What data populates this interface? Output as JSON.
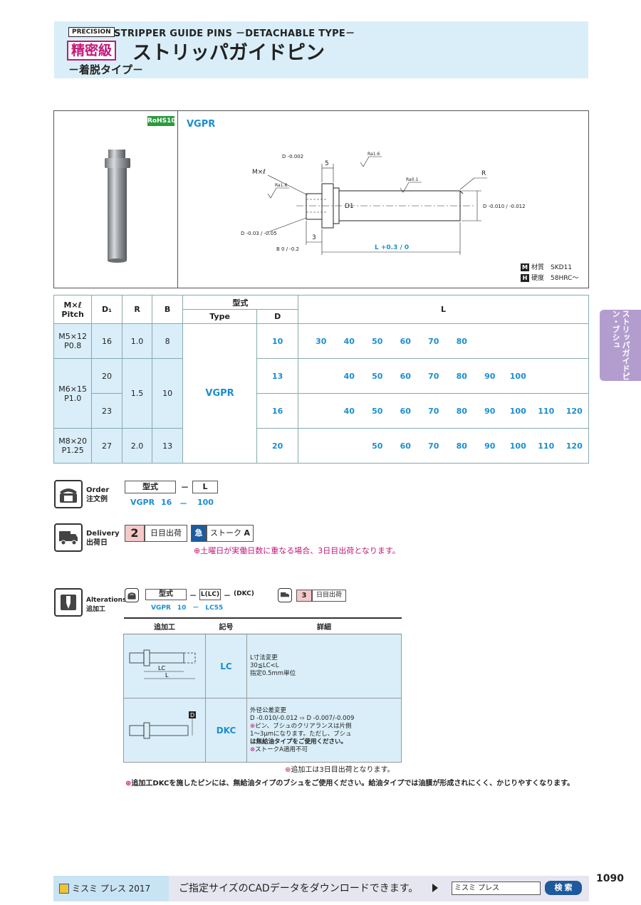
{
  "header": {
    "precision_badge": "PRECISION",
    "english_title": "STRIPPER GUIDE PINS －DETACHABLE TYPE－",
    "grade": "精密級",
    "japanese_title": "ストリッパガイドピン",
    "subtitle": "－着脱タイプ－"
  },
  "product": {
    "rohs": "RoHS10",
    "type_name": "VGPR",
    "drawing_labels": {
      "ml": "M×ℓ",
      "d_tol": "D -0.002",
      "five": "5",
      "r": "R",
      "d1": "D1",
      "d_neg": "D -0.03 / -0.05",
      "three": "3",
      "b": "B 0 / -0.2",
      "l": "L +0.3 / 0",
      "d_right": "D -0.010 / -0.012",
      "ra16_a": "Ra1.6",
      "ra16_b": "Ra1.6",
      "ra01": "Ra0.1"
    },
    "material": {
      "m_key": "M",
      "m_label": "材質",
      "m_value": "SKD11",
      "h_key": "H",
      "h_label": "硬度",
      "h_value": "58HRC～"
    }
  },
  "table": {
    "headers": {
      "ml": "M×ℓ",
      "pitch": "Pitch",
      "d1": "D₁",
      "r": "R",
      "b": "B",
      "katashiki": "型式",
      "type": "Type",
      "d": "D",
      "l": "L"
    },
    "type_value": "VGPR",
    "groups": [
      {
        "ml": "M5×12",
        "pitch": "P0.8",
        "r": "1.0",
        "b": "8"
      },
      {
        "ml": "M6×15",
        "pitch": "P1.0",
        "r": "1.5",
        "b": "10"
      },
      {
        "ml": "M8×20",
        "pitch": "P1.25",
        "r": "2.0",
        "b": "13"
      }
    ],
    "rows": [
      {
        "d1": "16",
        "d": "10",
        "l": [
          "30",
          "40",
          "50",
          "60",
          "70",
          "80",
          "",
          "",
          "",
          ""
        ]
      },
      {
        "d1": "20",
        "d": "13",
        "l": [
          "",
          "40",
          "50",
          "60",
          "70",
          "80",
          "90",
          "100",
          "",
          ""
        ]
      },
      {
        "d1": "23",
        "d": "16",
        "l": [
          "",
          "40",
          "50",
          "60",
          "70",
          "80",
          "90",
          "100",
          "110",
          "120"
        ]
      },
      {
        "d1": "27",
        "d": "20",
        "l": [
          "",
          "",
          "50",
          "60",
          "70",
          "80",
          "90",
          "100",
          "110",
          "120"
        ]
      }
    ]
  },
  "side_tab": "ストリッパガイドピン・ブシュ",
  "order": {
    "label_en": "Order",
    "label_jp": "注文例",
    "box1": "型式",
    "dash": "－",
    "box2": "L",
    "example_type": "VGPR",
    "example_d": "16",
    "example_dash": "－",
    "example_l": "100"
  },
  "delivery": {
    "label_en": "Delivery",
    "label_jp": "出荷日",
    "days": "2",
    "days_label": "日目出荷",
    "express_icon": "急",
    "stroke_label": "ストーク",
    "stroke_code": "A",
    "note": "土曜日が実働日数に重なる場合、3日目出荷となります。"
  },
  "alterations": {
    "label_en": "Alterations",
    "label_jp": "追加工",
    "box1": "型式",
    "dash1": "－",
    "box2": "L(LC)",
    "dash2": "－",
    "box3": "(DKC)",
    "example": "VGPR　10　－　LC55",
    "days": "3",
    "days_label": "日目出荷",
    "col_alt": "追加工",
    "col_code": "記号",
    "col_detail": "詳細",
    "rows": [
      {
        "code": "LC",
        "lines": [
          "L寸法変更",
          "30≦LC<L",
          "指定0.5mm単位"
        ],
        "dim1": "LC",
        "dim2": "L"
      },
      {
        "code": "DKC",
        "lines": [
          "外径公差変更",
          "D -0.010/-0.012 ⇨ D -0.007/-0.009",
          "ピン、ブシュのクリアランスは片側",
          "1～3μmになります。ただし、ブシュ",
          "は無給油タイプをご使用ください。",
          "ストークA適用不可"
        ],
        "dim1": "D"
      }
    ],
    "note1": "追加工は3日目出荷となります。",
    "note2": "追加工DKCを施したピンには、無給油タイプのブシュをご使用ください。給油タイプでは油膜が形成されにくく、かじりやすくなります。"
  },
  "footer": {
    "brand": "ミスミ プレス 2017",
    "message": "ご指定サイズのCADデータをダウンロードできます。",
    "search_value": "ミスミ プレス",
    "search_button": "検 索"
  },
  "page_number": "1090"
}
